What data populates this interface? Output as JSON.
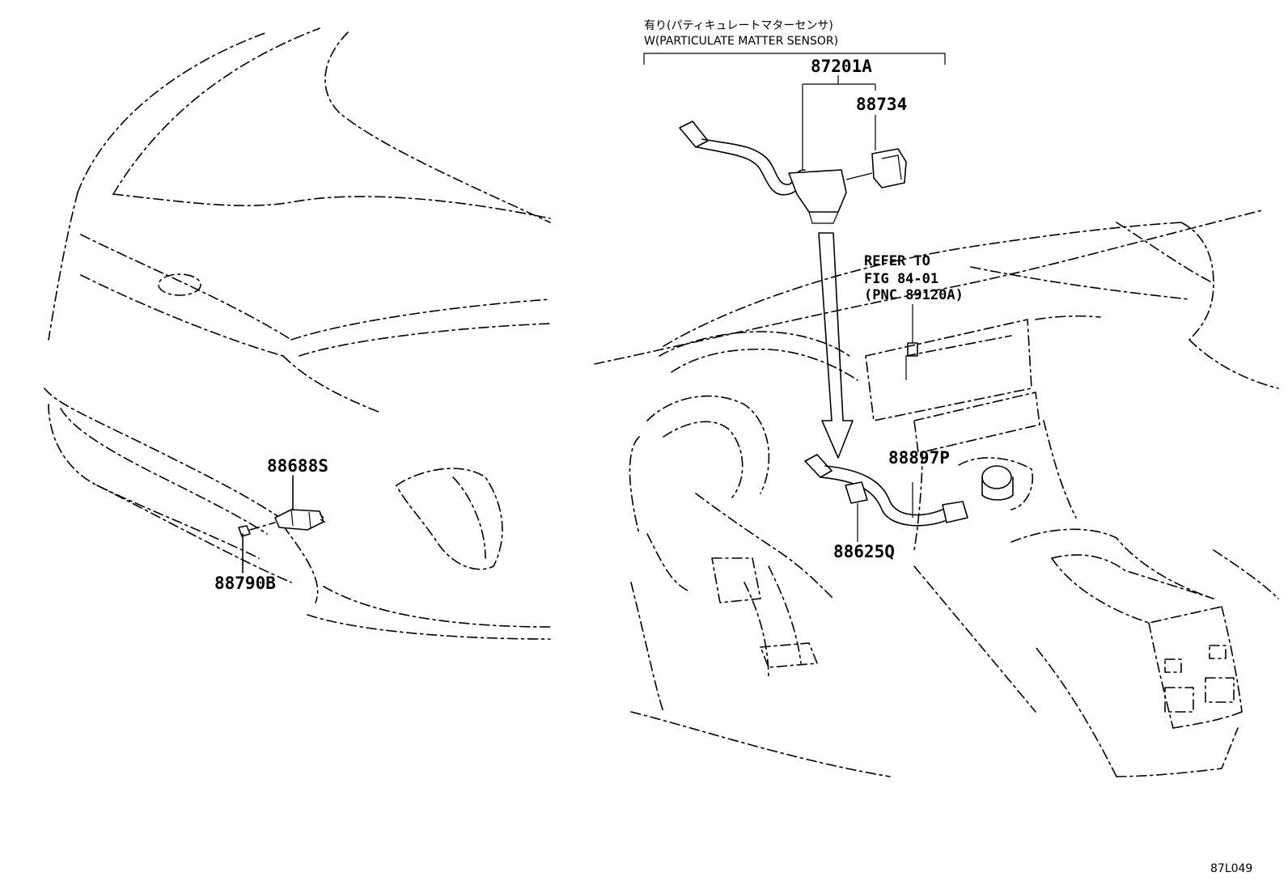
{
  "condition": {
    "jp": "有り(パティキュレートマターセンサ)",
    "en": "W(PARTICULATE MATTER SENSOR)"
  },
  "parts": {
    "harness_assy": "87201A",
    "pm_sensor": "88734",
    "ambient_sensor": "88688S",
    "sensor_clamp": "88790B",
    "harness_sub": "88897P",
    "connector_clamp": "88625Q"
  },
  "reference": {
    "line1": "REFER TO",
    "line2": "FIG 84-01",
    "line3": "(PNC 89120A)"
  },
  "figure_code": "87L049"
}
